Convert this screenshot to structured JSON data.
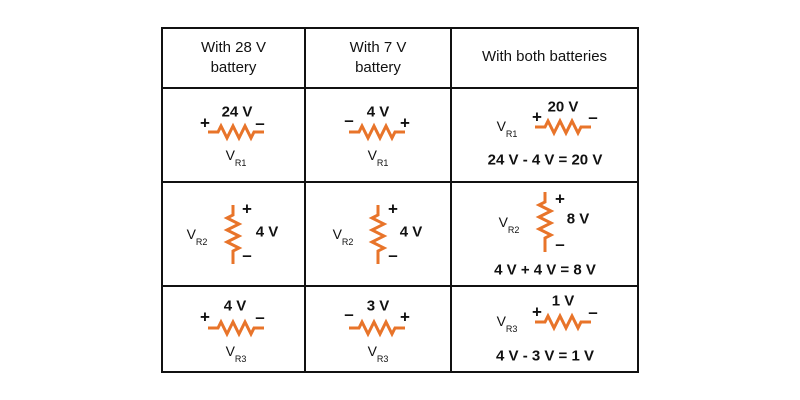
{
  "headers": [
    "With 28 V\nbattery",
    "With 7 V\nbattery",
    "With both batteries"
  ],
  "cells": [
    [
      {
        "value": "24 V",
        "left": "+",
        "right": "–",
        "label": "V",
        "sub": "R1"
      },
      {
        "value": "4 V",
        "left": "–",
        "right": "+",
        "label": "V",
        "sub": "R1"
      },
      {
        "value": "20 V",
        "left": "+",
        "right": "–",
        "label": "V",
        "sub": "R1",
        "equation": "24 V - 4 V = 20 V"
      }
    ],
    [
      {
        "value": "4 V",
        "top": "+",
        "bottom": "–",
        "label": "V",
        "sub": "R2"
      },
      {
        "value": "4 V",
        "top": "+",
        "bottom": "–",
        "label": "V",
        "sub": "R2"
      },
      {
        "value": "8 V",
        "top": "+",
        "bottom": "–",
        "label": "V",
        "sub": "R2",
        "equation": "4 V +  4 V = 8 V"
      }
    ],
    [
      {
        "value": "4 V",
        "left": "+",
        "right": "–",
        "label": "V",
        "sub": "R3"
      },
      {
        "value": "3 V",
        "left": "–",
        "right": "+",
        "label": "V",
        "sub": "R3"
      },
      {
        "value": "1 V",
        "left": "+",
        "right": "–",
        "label": "V",
        "sub": "R3",
        "equation": "4 V - 3 V = 1 V"
      }
    ]
  ],
  "colors": {
    "resistor": "#e8742a",
    "grid": "#111111",
    "text": "#111111"
  }
}
